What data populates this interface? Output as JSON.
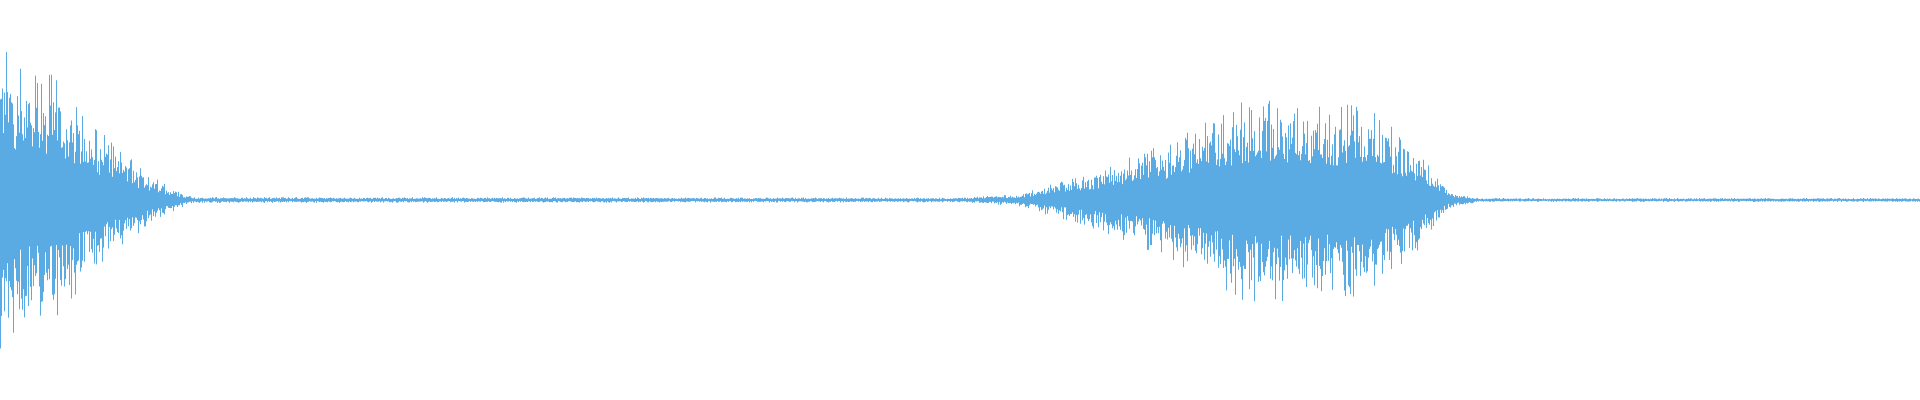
{
  "waveform": {
    "color": "#5aaae3",
    "background": "#ffffff",
    "amplitude_envelope": [
      {
        "t": 0.0,
        "peak": 0.78
      },
      {
        "t": 0.015,
        "peak": 0.66
      },
      {
        "t": 0.03,
        "peak": 0.62
      },
      {
        "t": 0.045,
        "peak": 0.4
      },
      {
        "t": 0.06,
        "peak": 0.28
      },
      {
        "t": 0.075,
        "peak": 0.14
      },
      {
        "t": 0.09,
        "peak": 0.06
      },
      {
        "t": 0.1,
        "peak": 0.015
      },
      {
        "t": 0.5,
        "peak": 0.012
      },
      {
        "t": 0.53,
        "peak": 0.03
      },
      {
        "t": 0.56,
        "peak": 0.12
      },
      {
        "t": 0.59,
        "peak": 0.22
      },
      {
        "t": 0.62,
        "peak": 0.36
      },
      {
        "t": 0.65,
        "peak": 0.52
      },
      {
        "t": 0.68,
        "peak": 0.5
      },
      {
        "t": 0.71,
        "peak": 0.48
      },
      {
        "t": 0.735,
        "peak": 0.3
      },
      {
        "t": 0.755,
        "peak": 0.04
      },
      {
        "t": 0.77,
        "peak": 0.01
      },
      {
        "t": 1.0,
        "peak": 0.01
      }
    ]
  }
}
